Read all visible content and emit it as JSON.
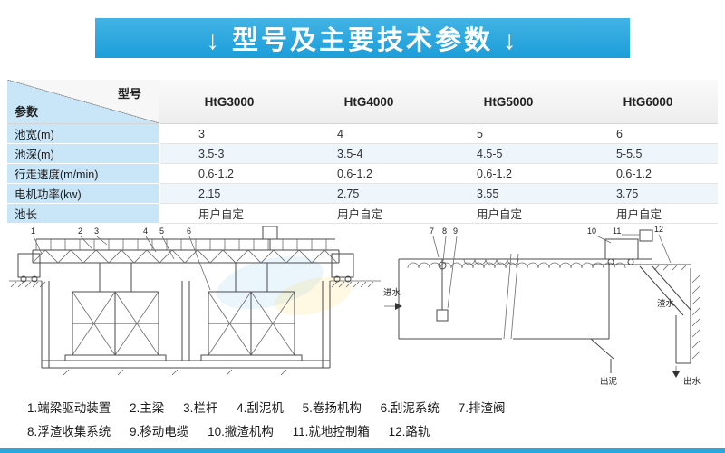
{
  "banner": {
    "title": "↓ 型号及主要技术参数 ↓"
  },
  "table": {
    "corner": {
      "model_label": "型号",
      "param_label": "参数"
    },
    "columns": [
      "HtG3000",
      "HtG4000",
      "HtG5000",
      "HtG6000"
    ],
    "rows": [
      {
        "label": "池宽(m)",
        "values": [
          "3",
          "4",
          "5",
          "6"
        ]
      },
      {
        "label": "池深(m)",
        "values": [
          "3.5-3",
          "3.5-4",
          "4.5-5",
          "5-5.5"
        ]
      },
      {
        "label": "行走速度(m/min)",
        "values": [
          "0.6-1.2",
          "0.6-1.2",
          "0.6-1.2",
          "0.6-1.2"
        ]
      },
      {
        "label": "电机功率(kw)",
        "values": [
          "2.15",
          "2.75",
          "3.55",
          "3.75"
        ]
      },
      {
        "label": "池长",
        "values": [
          "用户自定",
          "用户自定",
          "用户自定",
          "用户自定"
        ]
      }
    ]
  },
  "diagrams": {
    "left_numbers": [
      "1",
      "2",
      "3",
      "4",
      "5",
      "6"
    ],
    "right_numbers": [
      "7",
      "8",
      "9",
      "10",
      "11",
      "12"
    ],
    "right_labels": {
      "inlet": "进水",
      "slag_water": "渣水",
      "outlet": "出水",
      "sludge_out": "出泥"
    }
  },
  "legend": {
    "items": [
      "1.端梁驱动装置",
      "2.主梁",
      "3.栏杆",
      "4.刮泥机",
      "5.卷扬机构",
      "6.刮泥系统",
      "7.排渣阀",
      "8.浮渣收集系统",
      "9.移动电缆",
      "10.撇渣机构",
      "11.就地控制箱",
      "12.路轨"
    ]
  },
  "colors": {
    "banner_blue": "#2aa7dd",
    "label_blue": "#c9e6f8"
  }
}
